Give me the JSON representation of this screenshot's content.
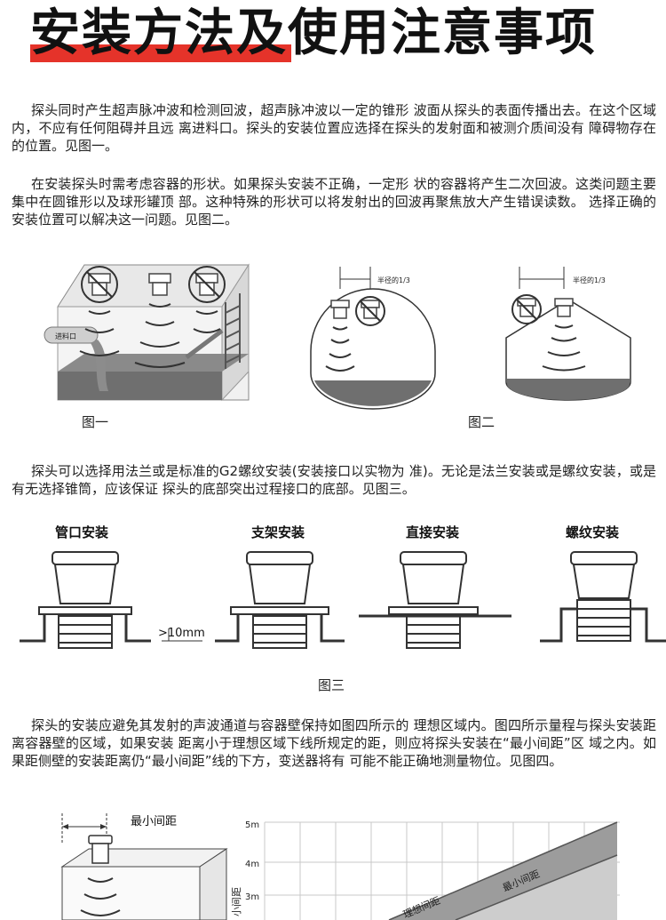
{
  "title": "安装方法及使用注意事项",
  "paragraphs": [
    "探头同时产生超声脉冲波和检测回波，超声脉冲波以一定的锥形 波面从探头的表面传播出去。在这个区域内，不应有任何阻碍并且远 离进料口。探头的安装位置应选择在探头的发射面和被测介质间没有 障碍物存在的位置。见图一。",
    "在安装探头时需考虑容器的形状。如果探头安装不正确，一定形 状的容器将产生二次回波。这类问题主要集中在圆锥形以及球形罐顶 部。这种特殊的形状可以将发射出的回波再聚焦放大产生错误读数。 选择正确的安装位置可以解决这一问题。见图二。",
    "探头可以选择用法兰或是标准的G2螺纹安装(安装接口以实物为 准)。无论是法兰安装或是螺纹安装，或是有无选择锥筒，应该保证 探头的底部突出过程接口的底部。见图三。",
    "探头的安装应避免其发射的声波通道与容器壁保持如图四所示的 理想区域内。图四所示量程与探头安装距离容器壁的区域，如果安装 距离小于理想区域下线所规定的距，则应将探头安装在“最小间距”区 域之内。如果距侧壁的安装距离仍“最小间距”线的下方，变送器将有 可能不能正确地测量物位。见图四。"
  ],
  "figures": {
    "fig1": {
      "caption": "图一",
      "inlet_label": "进料口"
    },
    "fig2": {
      "caption": "图二",
      "radius_label": "半径的1/3"
    },
    "fig3": {
      "caption": "图三",
      "labels": [
        "管口安装",
        "支架安装",
        "直接安装",
        "螺纹安装"
      ],
      "distance_label": ">10mm"
    },
    "fig4": {
      "min_spacing_label": "最小间距",
      "y_ticks": [
        "5m",
        "4m",
        "3m"
      ],
      "axis_label": "小间距",
      "ideal_label": "理想间距",
      "zone_label": "最小间距"
    }
  },
  "colors": {
    "accent": "#e5332a",
    "liquid": "#6f6f6f"
  }
}
